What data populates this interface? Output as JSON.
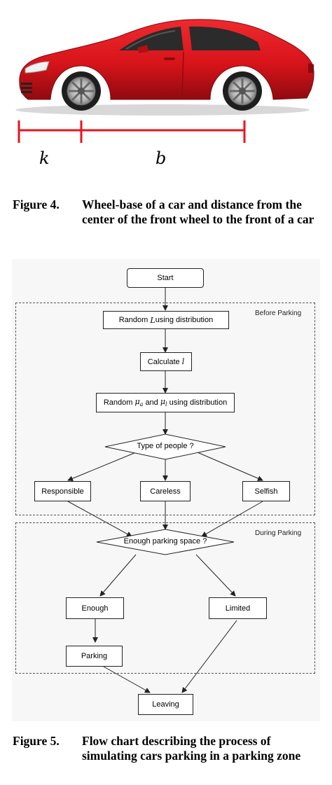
{
  "figure4": {
    "label_k": "k",
    "label_b": "b",
    "caption_number": "Figure 4.",
    "caption_text": "Wheel-base of a car and distance from the center of the front wheel to the front of a car",
    "colors": {
      "car_body": "#d7141a",
      "measure_line": "#e8141e"
    }
  },
  "figure5": {
    "regions": {
      "before": "Before Parking",
      "during": "During Parking"
    },
    "nodes": {
      "start": "Start",
      "random_L_pre": "Random ",
      "random_L_var": "L",
      "random_L_post": " using distribution",
      "calc_pre": "Calculate ",
      "calc_var": "l",
      "mu_pre": "Random ",
      "mu_a": "μ",
      "mu_a_sub": "a",
      "mu_mid": " and ",
      "mu_l": "μ",
      "mu_l_sub": "l",
      "mu_post": " using distribution",
      "type_q": "Type of people ?",
      "responsible": "Responsible",
      "careless": "Careless",
      "selfish": "Selfish",
      "space_q": "Enough parking space ?",
      "enough": "Enough",
      "limited": "Limited",
      "parking": "Parking",
      "leaving": "Leaving"
    },
    "caption_number": "Figure 5.",
    "caption_text": "Flow chart describing the process of simulating cars parking in a parking zone"
  }
}
